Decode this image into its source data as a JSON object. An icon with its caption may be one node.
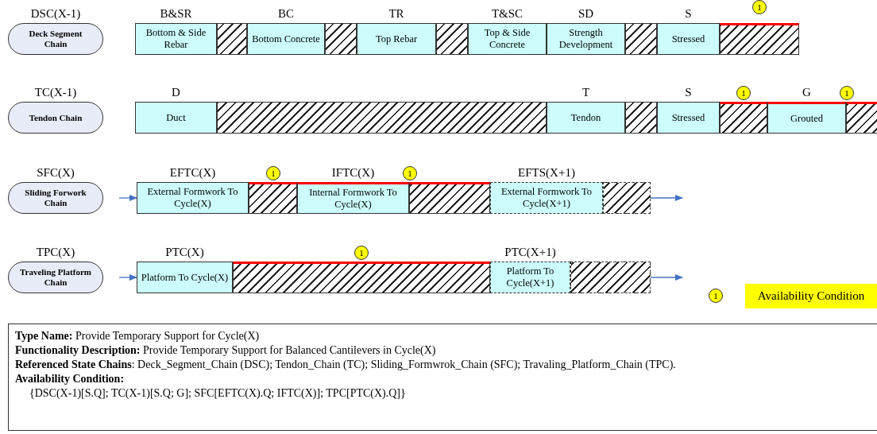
{
  "diagram": {
    "nodes": [
      {
        "text": [
          "DSC(X-1)",
          "Deck Segment Chain"
        ]
      },
      {
        "text": [
          "B&SR",
          "Bottom & Side Rebar"
        ]
      },
      {
        "text": [],
        "shape": "box"
      },
      {
        "text": [
          "BC",
          "Bottom Concrete"
        ]
      },
      {
        "text": [],
        "shape": "box"
      },
      {
        "text": [
          "TR",
          "Top Rebar"
        ]
      },
      {
        "text": [],
        "shape": "box"
      },
      {
        "text": [
          "T&SC",
          "Top & Side Concrete"
        ]
      },
      {
        "text": [
          "SD",
          "Strength Development"
        ]
      },
      {
        "text": [],
        "shape": "box"
      },
      {
        "text": [
          "S",
          "Stressed"
        ]
      },
      {
        "text": [],
        "shape": "box"
      },
      {
        "text": [
          "TC(X-1)",
          "Tendon Chain"
        ]
      },
      {
        "text": [
          "D",
          "Duct"
        ]
      },
      {
        "text": [],
        "shape": "box"
      },
      {
        "text": [
          "T",
          "Tendon"
        ]
      },
      {
        "text": [],
        "shape": "box"
      },
      {
        "text": [
          "S",
          "Stressed"
        ]
      },
      {
        "text": [],
        "shape": "box"
      },
      {
        "text": [
          "G",
          "Grouted"
        ]
      },
      {
        "text": [],
        "shape": "box"
      },
      {
        "text": [
          "SFC(X)",
          "Sliding Forwork Chain"
        ]
      },
      {
        "text": [
          "EFTC(X)",
          "External Formwork To Cycle(X)"
        ]
      },
      {
        "text": [],
        "shape": "box"
      },
      {
        "text": [
          "IFTC(X)",
          "Internal Formwork To Cycle(X)"
        ]
      },
      {
        "text": [],
        "shape": "box"
      },
      {
        "text": [
          "EFTS(X+1)",
          "External Formwork To Cycle(X+1)"
        ]
      },
      {
        "text": [],
        "shape": "box"
      },
      {
        "text": [
          "TPC(X)",
          "Traveling Platform Chain"
        ]
      },
      {
        "text": [
          "PTC(X)",
          "Platform To Cycle(X)"
        ]
      },
      {
        "text": [],
        "shape": "box"
      },
      {
        "text": [
          "PTC(X+1)",
          "Platform To Cycle(X+1)"
        ]
      },
      {
        "text": [],
        "shape": "box"
      },
      {
        "text": [
          "**Type Name:** Provide Temporary Support for Cycle(X)",
          "**Functionality Description:** Provide Temporary Support for Balanced Cantilevers in Cycle(X)",
          "**Referenced State Chains**: Deck_Segment_Chain (DSC); Tendon_Chain (TC); Sliding_Formwrok_Chain (SFC); Travaling_Platform_Chain (TPC).",
          "Availability Condition:",
          "{DSC(X-1)[S.Q]; TC(X-1)[S.Q; G]; SFC[EFTC(X).Q; IFTC(X)]; TPC[PTC(X).Q]}"
        ]
      }
    ],
    "edges": [
      {
        "from": null,
        "to": 22,
        "arrow": "to"
      },
      {
        "from": 27,
        "to": null,
        "arrow": "to"
      },
      {
        "from": null,
        "to": 29,
        "arrow": "to"
      },
      {
        "from": 32,
        "to": null,
        "arrow": "to"
      }
    ],
    "labels": [
      "1",
      "1",
      "1",
      "1",
      "1",
      "1",
      "1"
    ],
    "legend": [
      {
        "text": "Availability Condition"
      }
    ]
  }
}
